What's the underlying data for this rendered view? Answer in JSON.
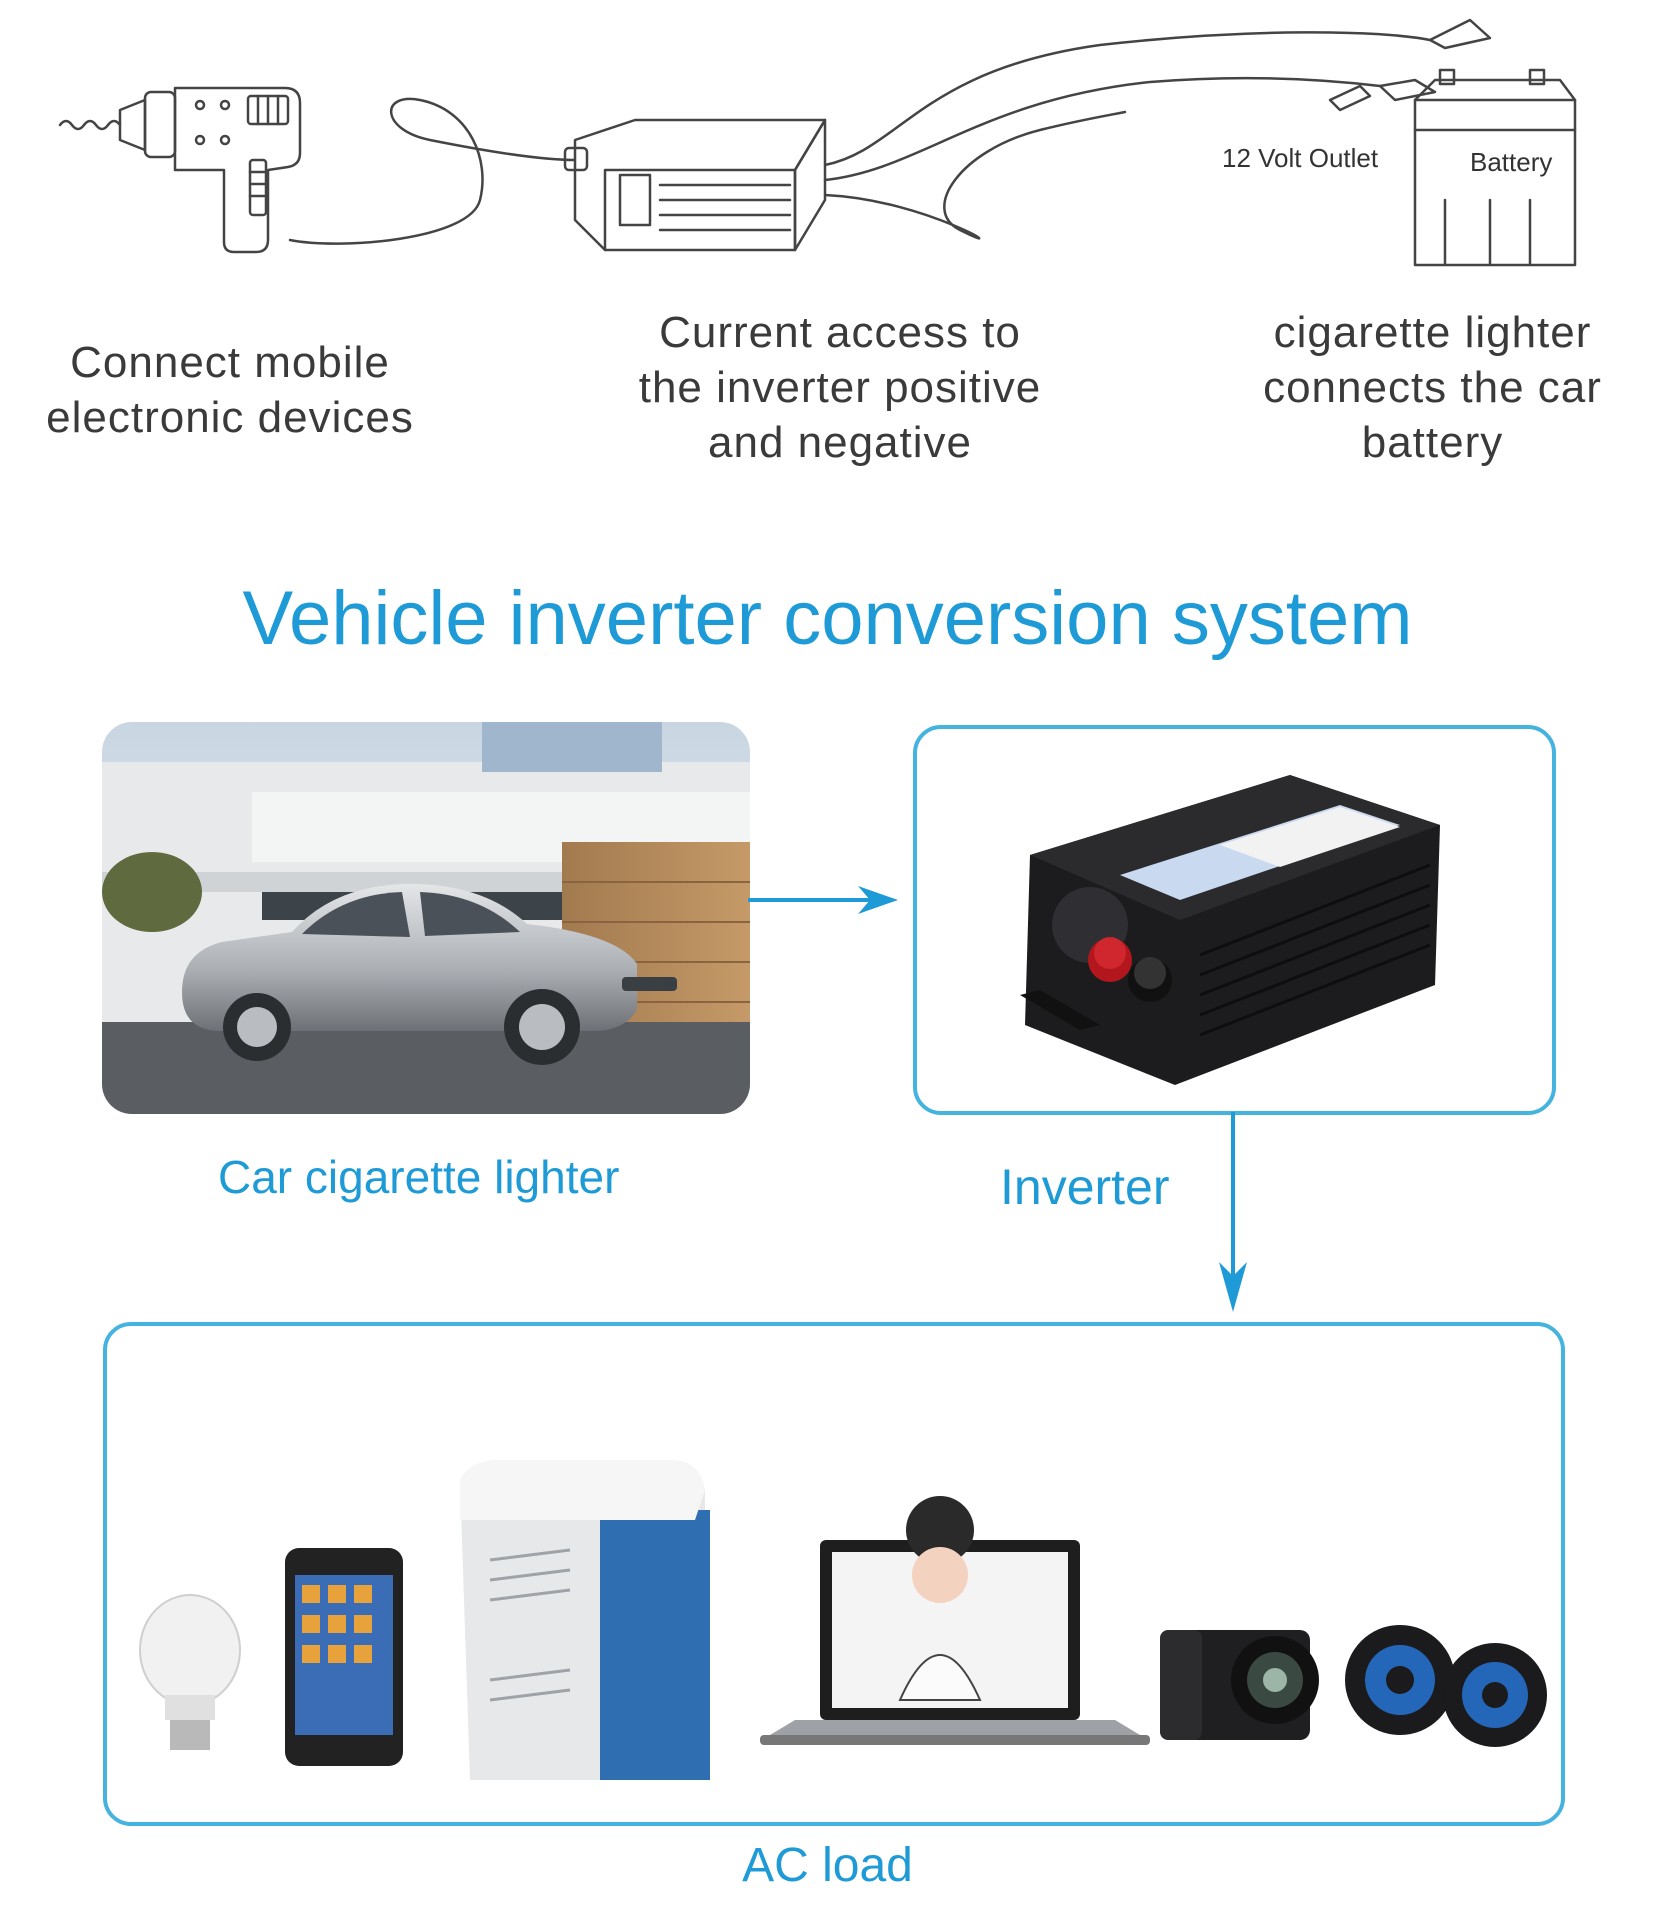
{
  "sketch": {
    "outlet_label": "12 Volt Outlet",
    "battery_label": "Battery"
  },
  "captions": {
    "devices": "Connect mobile\nelectronic devices",
    "access": "Current access to\nthe inverter positive\nand negative",
    "lighter": "cigarette lighter\nconnects the car\nbattery"
  },
  "title": "Vehicle inverter conversion system",
  "flow": {
    "car_label": "Car cigarette lighter",
    "inverter_label": "Inverter",
    "load_label": "AC load"
  },
  "colors": {
    "accent": "#1e9bd7",
    "box_border": "#45b3e0"
  }
}
